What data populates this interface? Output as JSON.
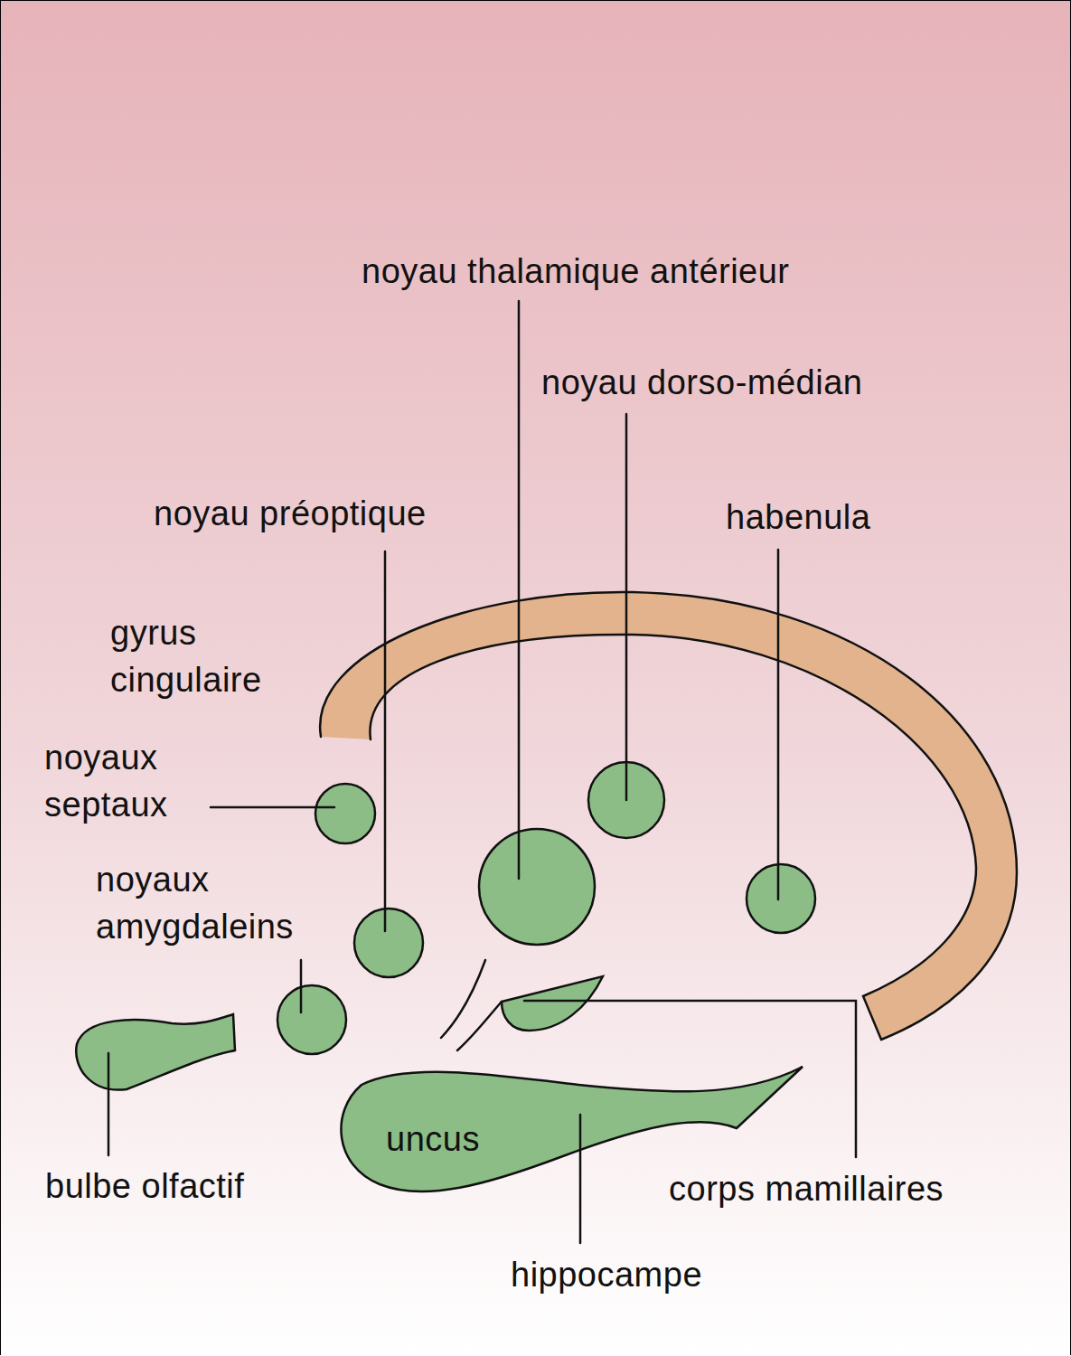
{
  "diagram": {
    "labels": [
      "noyau thalamique antérieur",
      "noyau dorso-médian",
      "noyau préoptique",
      "habenula",
      "gyrus cingulaire",
      "noyaux septaux",
      "noyaux amygdaleins",
      "uncus",
      "bulbe olfactif",
      "corps mamillaires",
      "hippocampe"
    ]
  }
}
